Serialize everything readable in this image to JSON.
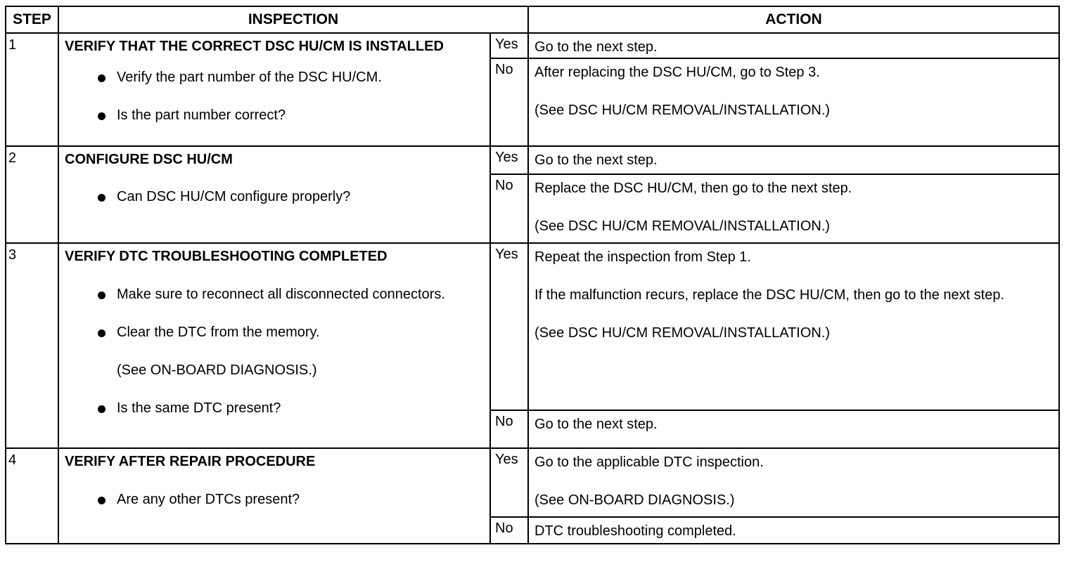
{
  "header": {
    "step": "STEP",
    "inspection": "INSPECTION",
    "action": "ACTION"
  },
  "steps": [
    {
      "number": "1",
      "title": "VERIFY THAT THE CORRECT DSC HU/CM IS INSTALLED",
      "bullets": [
        "Verify the part number of the DSC HU/CM.",
        "Is the part number correct?"
      ],
      "yes_label": "Yes",
      "yes_action": [
        "Go to the next step."
      ],
      "no_label": "No",
      "no_action": [
        "After replacing the DSC HU/CM, go to Step 3.",
        "(See DSC HU/CM REMOVAL/INSTALLATION.)"
      ]
    },
    {
      "number": "2",
      "title": "CONFIGURE DSC HU/CM",
      "bullets": [
        "Can DSC HU/CM configure properly?"
      ],
      "yes_label": "Yes",
      "yes_action": [
        "Go to the next step."
      ],
      "no_label": "No",
      "no_action": [
        "Replace the DSC HU/CM, then go to the next step.",
        "(See DSC HU/CM REMOVAL/INSTALLATION.)"
      ]
    },
    {
      "number": "3",
      "title": "VERIFY DTC TROUBLESHOOTING COMPLETED",
      "bullets": [
        "Make sure to reconnect all disconnected connectors.",
        "Clear the DTC from the memory.",
        "Is the same DTC present?"
      ],
      "note": "(See ON-BOARD DIAGNOSIS.)",
      "yes_label": "Yes",
      "yes_action": [
        "Repeat the inspection from Step 1.",
        "If the malfunction recurs, replace the DSC HU/CM, then go to the next step.",
        "(See DSC HU/CM REMOVAL/INSTALLATION.)"
      ],
      "no_label": "No",
      "no_action": [
        "Go to the next step."
      ]
    },
    {
      "number": "4",
      "title": "VERIFY AFTER REPAIR PROCEDURE",
      "bullets": [
        "Are any other DTCs present?"
      ],
      "yes_label": "Yes",
      "yes_action": [
        "Go to the applicable DTC inspection.",
        "(See ON-BOARD DIAGNOSIS.)"
      ],
      "no_label": "No",
      "no_action": [
        "DTC troubleshooting completed."
      ]
    }
  ]
}
